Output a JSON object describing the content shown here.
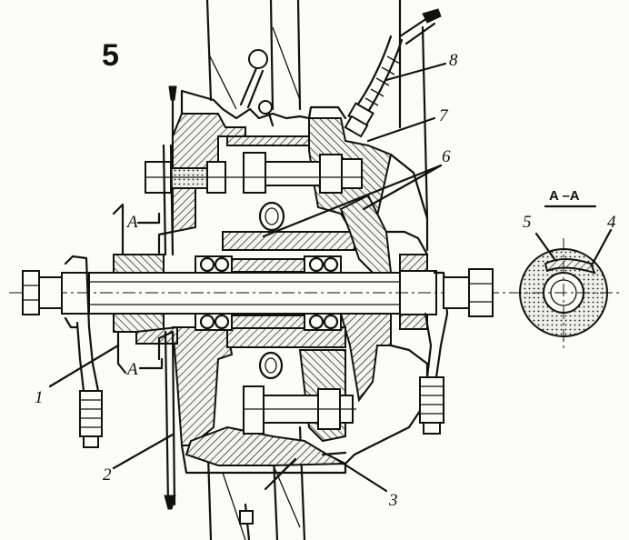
{
  "figure": {
    "number": "5",
    "section_label": "A –A",
    "cut_marks": [
      "A",
      "A"
    ],
    "callouts": [
      "1",
      "2",
      "3",
      "4",
      "5",
      "6",
      "7",
      "8"
    ]
  }
}
